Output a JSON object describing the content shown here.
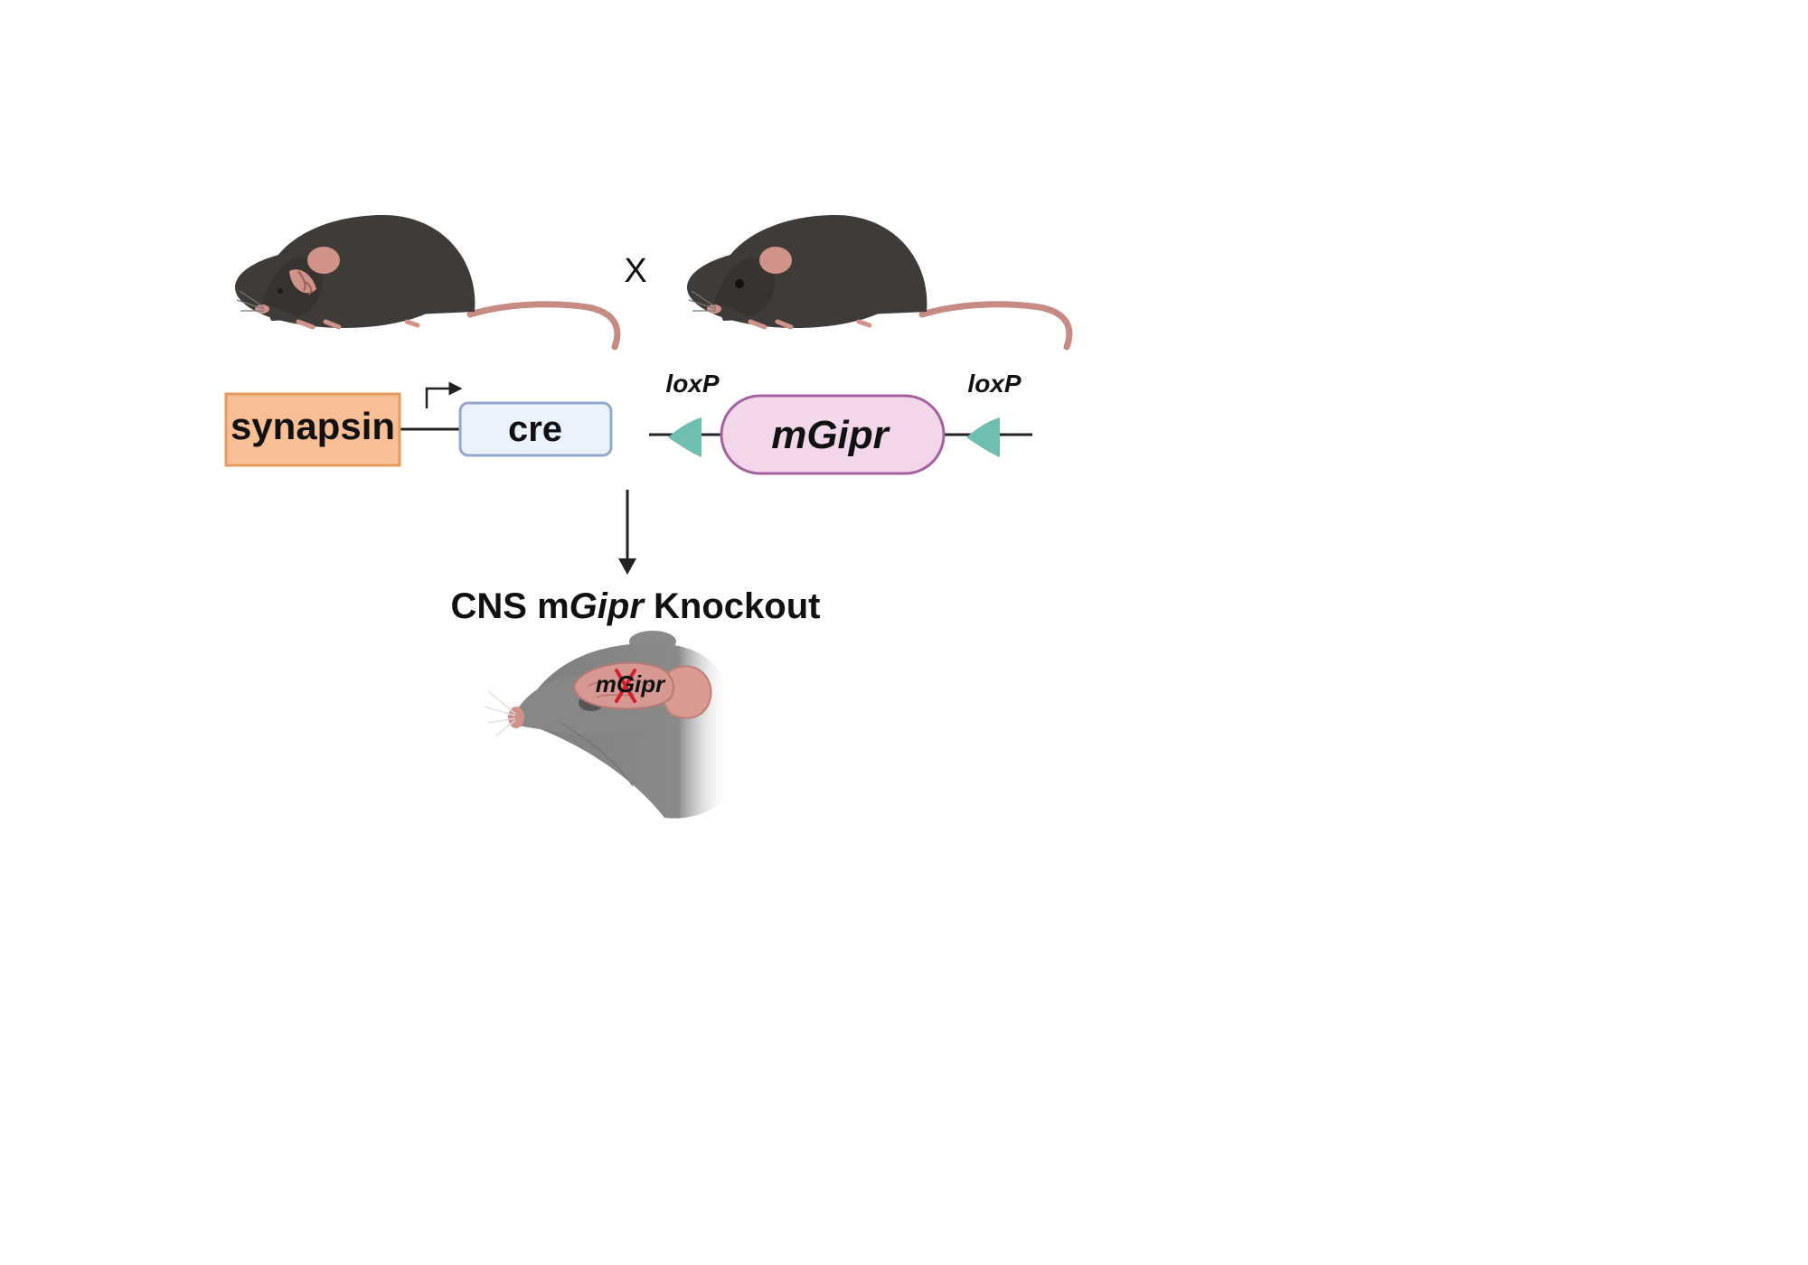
{
  "cross_symbol": "X",
  "promoter": {
    "label": "synapsin",
    "fill": "#f8bf97",
    "stroke": "#e69a5e"
  },
  "cre": {
    "label": "cre",
    "fill": "#eaf2fb",
    "stroke": "#93a8cf"
  },
  "gene": {
    "label": "mGipr",
    "fill": "#f2d7eb",
    "stroke": "#a560a0"
  },
  "loxp": {
    "left_label": "loxP",
    "right_label": "loxP",
    "color": "#6fbfb0"
  },
  "result": {
    "prefix": "CNS m",
    "gene_italic": "Gipr",
    "suffix": " Knockout"
  },
  "brain_label": "mGipr",
  "colors": {
    "mouse_body": "#3e3b39",
    "mouse_pink": "#cf938a",
    "knockout_x": "#d0202a",
    "head_gray": "#8a8a8a"
  },
  "icons": [
    "mouse-left",
    "mouse-right",
    "arrow-down",
    "transcription-start-arrow",
    "mouse-head-with-brain",
    "knockout-x-mark"
  ]
}
